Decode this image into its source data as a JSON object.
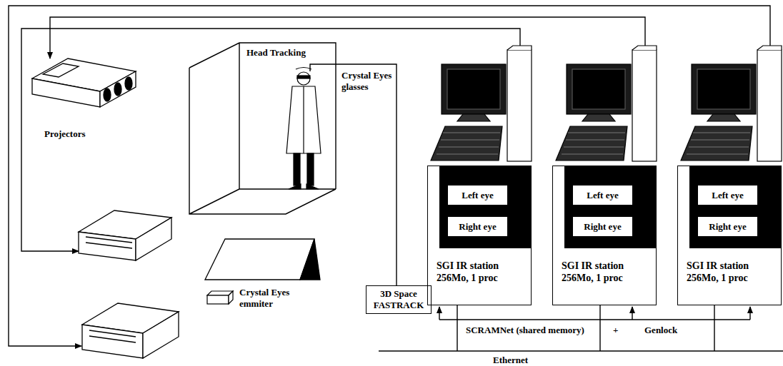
{
  "diagram": {
    "nodes": [
      {
        "text": [
          "3D Space FASTRACK"
        ]
      },
      {
        "text": [
          "SGI IR station 256Mo, 1 proc"
        ]
      },
      {
        "text": [
          "Left eye"
        ],
        "in": 1
      },
      {
        "text": [
          "Right eye"
        ],
        "in": 1
      },
      {
        "text": [
          "SGI IR station 256Mo, 1 proc"
        ]
      },
      {
        "text": [
          "Left eye"
        ],
        "in": 4
      },
      {
        "text": [
          "Right eye"
        ],
        "in": 4
      },
      {
        "text": [
          "SGI IR station 256Mo, 1 proc"
        ]
      },
      {
        "text": [
          "Left eye"
        ],
        "in": 7
      },
      {
        "text": [
          "Right eye"
        ],
        "in": 7
      }
    ],
    "labels": [
      "Head Tracking",
      "Crystal Eyes glasses",
      "Projectors",
      "Crystal Eyes emmiter",
      "SCRAMNet (shared memory)",
      "+",
      "Genlock",
      "Ethernet"
    ]
  }
}
